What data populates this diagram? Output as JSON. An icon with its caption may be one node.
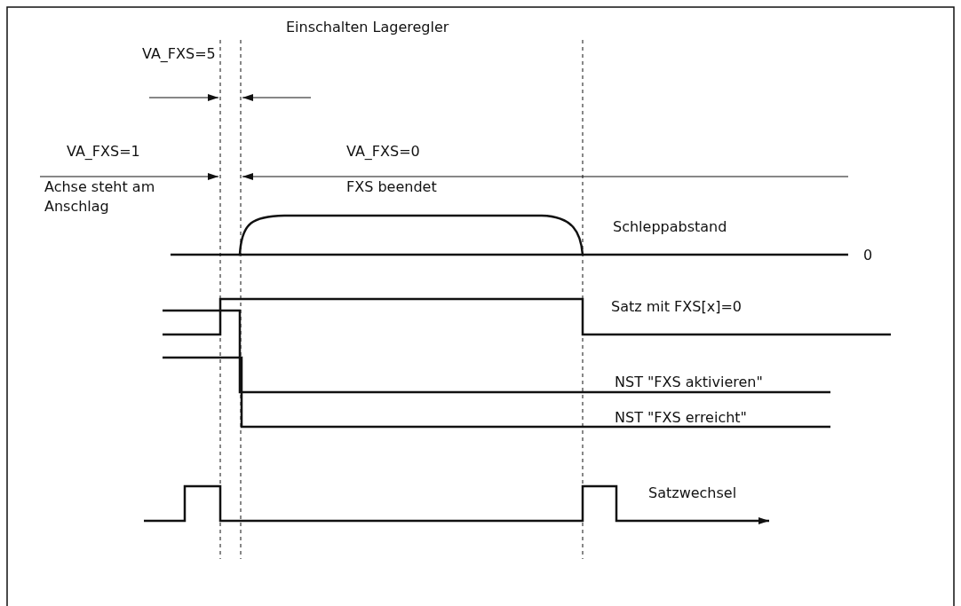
{
  "diagram": {
    "labels": [
      "VA_FXS=5",
      "Einschalten Lageregler",
      "VA_FXS=1",
      "VA_FXS=0",
      "Achse steht am Anschlag",
      "FXS beendet",
      "Schleppabstand",
      "0",
      "Satz mit FXS[x]=0",
      "NST \"FXS aktivieren\"",
      "NST \"FXS erreicht\"",
      "Satzwechsel"
    ]
  }
}
